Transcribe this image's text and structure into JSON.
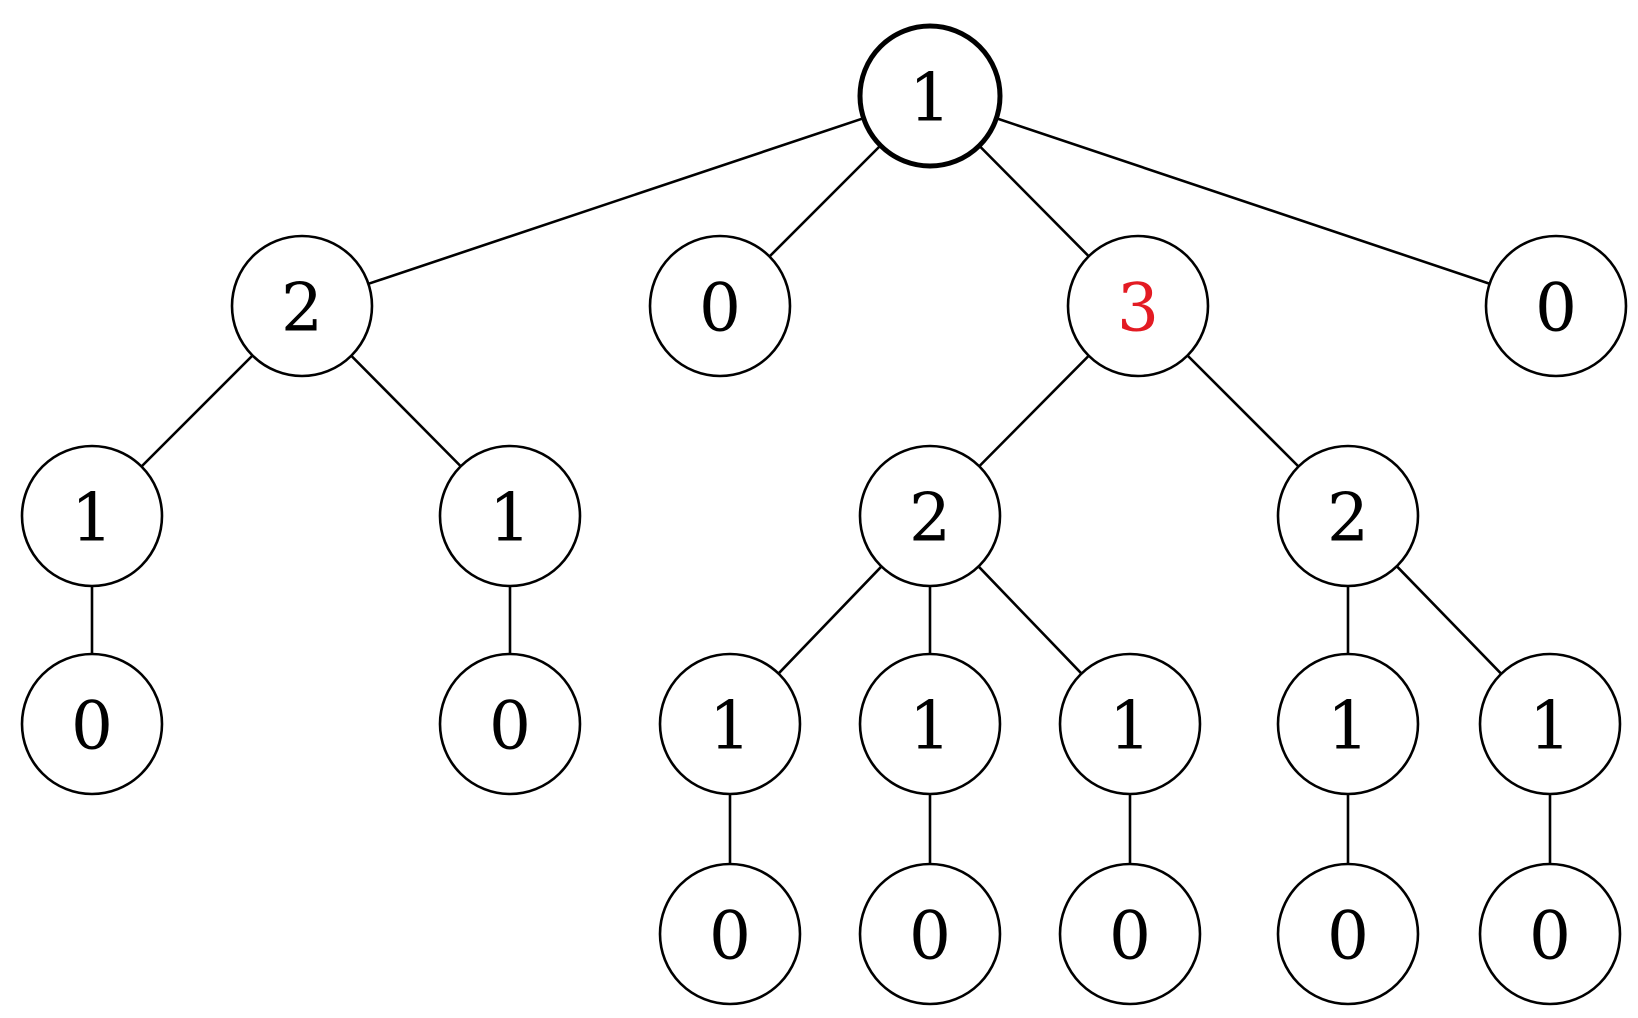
{
  "tree": {
    "root_node": "n0",
    "highlight_color": "#e31b23",
    "text_color": "#000000",
    "nodes": [
      {
        "id": "n0",
        "label": "1",
        "parent": null
      },
      {
        "id": "n1",
        "label": "2",
        "parent": "n0"
      },
      {
        "id": "n2",
        "label": "0",
        "parent": "n0"
      },
      {
        "id": "n3",
        "label": "3",
        "parent": "n0",
        "highlighted": true
      },
      {
        "id": "n4",
        "label": "0",
        "parent": "n0"
      },
      {
        "id": "n5",
        "label": "1",
        "parent": "n1"
      },
      {
        "id": "n6",
        "label": "1",
        "parent": "n1"
      },
      {
        "id": "n7",
        "label": "0",
        "parent": "n5"
      },
      {
        "id": "n8",
        "label": "0",
        "parent": "n6"
      },
      {
        "id": "n9",
        "label": "2",
        "parent": "n3"
      },
      {
        "id": "n10",
        "label": "2",
        "parent": "n3"
      },
      {
        "id": "n11",
        "label": "1",
        "parent": "n9"
      },
      {
        "id": "n12",
        "label": "1",
        "parent": "n9"
      },
      {
        "id": "n13",
        "label": "1",
        "parent": "n9"
      },
      {
        "id": "n14",
        "label": "1",
        "parent": "n10"
      },
      {
        "id": "n15",
        "label": "1",
        "parent": "n10"
      },
      {
        "id": "n16",
        "label": "0",
        "parent": "n11"
      },
      {
        "id": "n17",
        "label": "0",
        "parent": "n12"
      },
      {
        "id": "n18",
        "label": "0",
        "parent": "n13"
      },
      {
        "id": "n19",
        "label": "0",
        "parent": "n14"
      },
      {
        "id": "n20",
        "label": "0",
        "parent": "n15"
      }
    ]
  }
}
